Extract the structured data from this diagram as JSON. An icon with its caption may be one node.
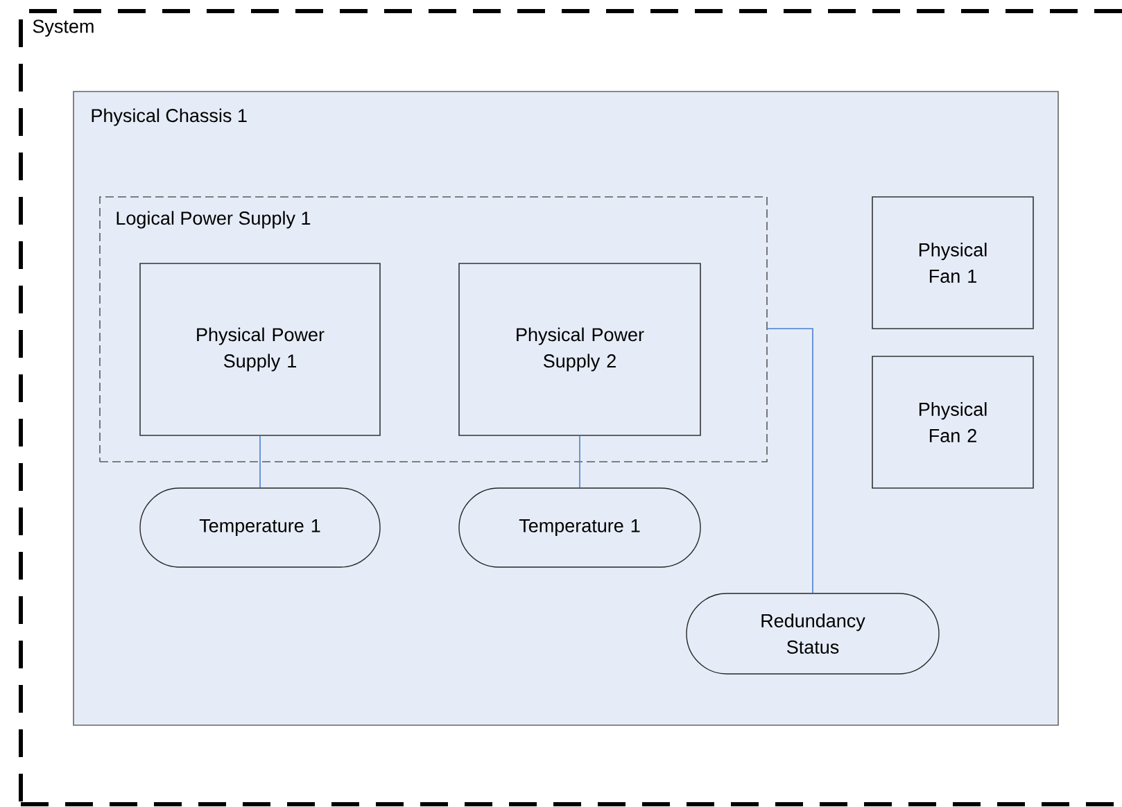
{
  "diagram": {
    "nodes": [
      {
        "text": [
          "System"
        ]
      },
      {
        "text": [
          "Physical Chassis 1"
        ],
        "in": 0
      },
      {
        "text": [
          "Logical Power Supply 1"
        ],
        "in": 1
      },
      {
        "text": [
          "Physical Power Supply 1"
        ],
        "in": 2
      },
      {
        "text": [
          "Physical Power Supply 2"
        ],
        "in": 2
      },
      {
        "text": [
          "Physical Fan 1"
        ],
        "in": 1
      },
      {
        "text": [
          "Physical Fan 2"
        ],
        "in": 1
      },
      {
        "text": [
          "Temperature 1"
        ],
        "in": 1
      },
      {
        "text": [
          "Temperature 1"
        ],
        "in": 1
      },
      {
        "text": [
          "Redundancy Status"
        ],
        "in": 1
      }
    ],
    "edges": [
      {
        "from": 3,
        "to": 7,
        "arrow": "none"
      },
      {
        "from": 4,
        "to": 8,
        "arrow": "none"
      },
      {
        "from": 2,
        "to": 9,
        "arrow": "none"
      }
    ]
  }
}
